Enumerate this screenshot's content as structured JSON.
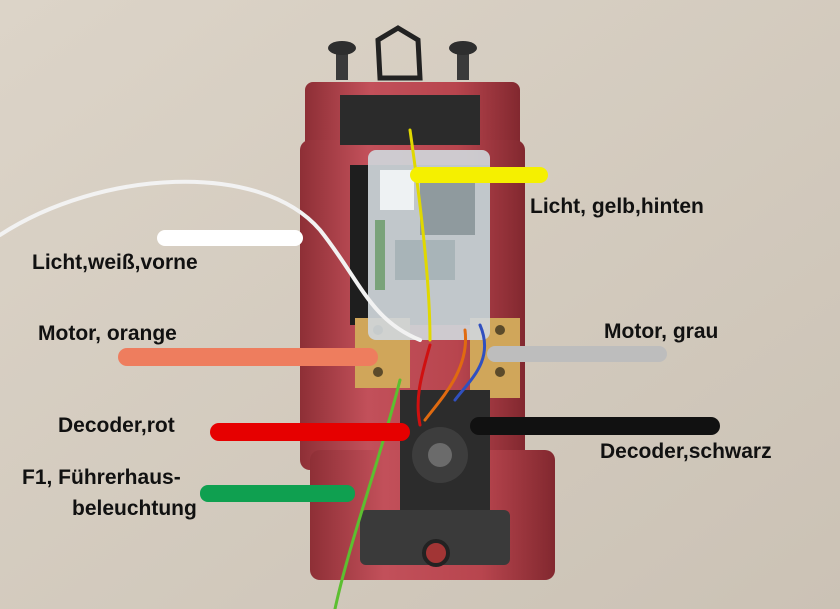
{
  "labels": {
    "light_yellow": "Licht, gelb,hinten",
    "light_white": "Licht,weiß,vorne",
    "motor_orange": "Motor, orange",
    "motor_grey": "Motor, grau",
    "decoder_red": "Decoder,rot",
    "decoder_black": "Decoder,schwarz",
    "f1_line1": "F1, Führerhaus-",
    "f1_line2": "beleuchtung"
  },
  "colors": {
    "yellow": "#f5f000",
    "white": "#ffffff",
    "orange": "#ee7d5e",
    "grey": "#bdbdbd",
    "red": "#e60000",
    "black": "#111111",
    "green": "#0fa050",
    "chassis": "#b5434a",
    "decoder": "#cfd6da",
    "brass": "#d0a65a",
    "background": "#d6cdbf"
  },
  "icons": {
    "photo": "locomotive-chassis-photo"
  }
}
